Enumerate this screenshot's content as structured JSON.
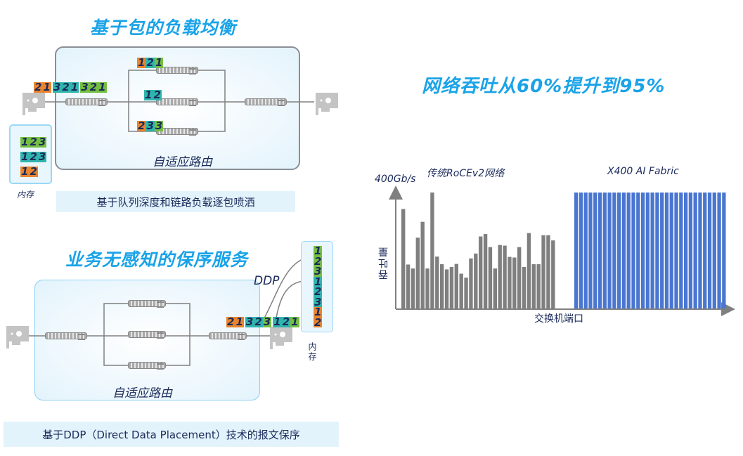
{
  "top": {
    "title": "基于包的负载均衡",
    "routing_label": "自适应路由",
    "memory_label": "内存",
    "caption": "基于队列深度和链路负载逐包喷洒",
    "packets_in": [
      [
        "2",
        "o"
      ],
      [
        "1",
        "o"
      ],
      [
        " ",
        ""
      ],
      [
        "3",
        "t"
      ],
      [
        "2",
        "t"
      ],
      [
        "1",
        "t"
      ],
      [
        " ",
        ""
      ],
      [
        "3",
        "g"
      ],
      [
        "2",
        "g"
      ],
      [
        "1",
        "g"
      ]
    ],
    "path1": [
      [
        "1",
        "o"
      ],
      [
        "2",
        "t"
      ],
      [
        "1",
        "g"
      ]
    ],
    "path2": [
      [
        "1",
        "t"
      ],
      [
        "2",
        "t"
      ]
    ],
    "path3": [
      [
        "2",
        "o"
      ],
      [
        "3",
        "t"
      ],
      [
        "3",
        "g"
      ]
    ],
    "memory": [
      [
        [
          "1",
          "g"
        ],
        [
          "2",
          "g"
        ],
        [
          "3",
          "g"
        ]
      ],
      [
        [
          "1",
          "t"
        ],
        [
          "2",
          "t"
        ],
        [
          "3",
          "t"
        ]
      ],
      [
        [
          "1",
          "o"
        ],
        [
          "2",
          "o"
        ]
      ]
    ]
  },
  "bottom": {
    "title": "业务无感知的保序服务",
    "routing_label": "自适应路由",
    "memory_label": "内存",
    "ddp_label": "DDP",
    "caption": "基于DDP（Direct Data Placement）技术的报文保序",
    "packets": [
      [
        "2",
        "o"
      ],
      [
        "1",
        "o"
      ],
      [
        " ",
        ""
      ],
      [
        "3",
        "t"
      ],
      [
        "2",
        "t"
      ],
      [
        "3",
        "g"
      ],
      [
        " ",
        ""
      ],
      [
        "1",
        "t"
      ],
      [
        "2",
        "t"
      ],
      [
        "1",
        "g"
      ]
    ],
    "memory": [
      [
        "1",
        "g"
      ],
      [
        "2",
        "g"
      ],
      [
        "3",
        "g"
      ],
      [
        "1",
        "t"
      ],
      [
        "2",
        "t"
      ],
      [
        "3",
        "t"
      ],
      [
        "1",
        "o"
      ],
      [
        "2",
        "o"
      ]
    ]
  },
  "colors": {
    "o": "#e9842f",
    "t": "#2fb5ad",
    "g": "#74bf42",
    "gray_bar": "#7f7f7f",
    "blue_bar": "#4a76d0",
    "title": "#1aa3e8"
  },
  "headline": "网络吞吐从60%提升到95%",
  "chart_data": {
    "type": "bar",
    "ylabel": "吞吐量",
    "xlabel": "交换机端口",
    "y_top_label": "400Gb/s",
    "ylim": [
      0,
      400
    ],
    "series": [
      {
        "name": "传统RoCEv2网络",
        "color": "#7f7f7f",
        "values": [
          326,
          144,
          131,
          232,
          284,
          131,
          380,
          170,
          145,
          128,
          136,
          146,
          114,
          101,
          164,
          180,
          236,
          244,
          201,
          131,
          208,
          206,
          169,
          167,
          201,
          136,
          247,
          145,
          145,
          240,
          240,
          223
        ]
      },
      {
        "name": "X400 AI Fabric",
        "color": "#4a76d0",
        "values": [
          380,
          380,
          380,
          380,
          380,
          380,
          380,
          380,
          380,
          380,
          380,
          380,
          380,
          380,
          380,
          380,
          380,
          380,
          380,
          380,
          380,
          380,
          380,
          380,
          380,
          380,
          380,
          380,
          380,
          380,
          380,
          380
        ]
      }
    ]
  }
}
